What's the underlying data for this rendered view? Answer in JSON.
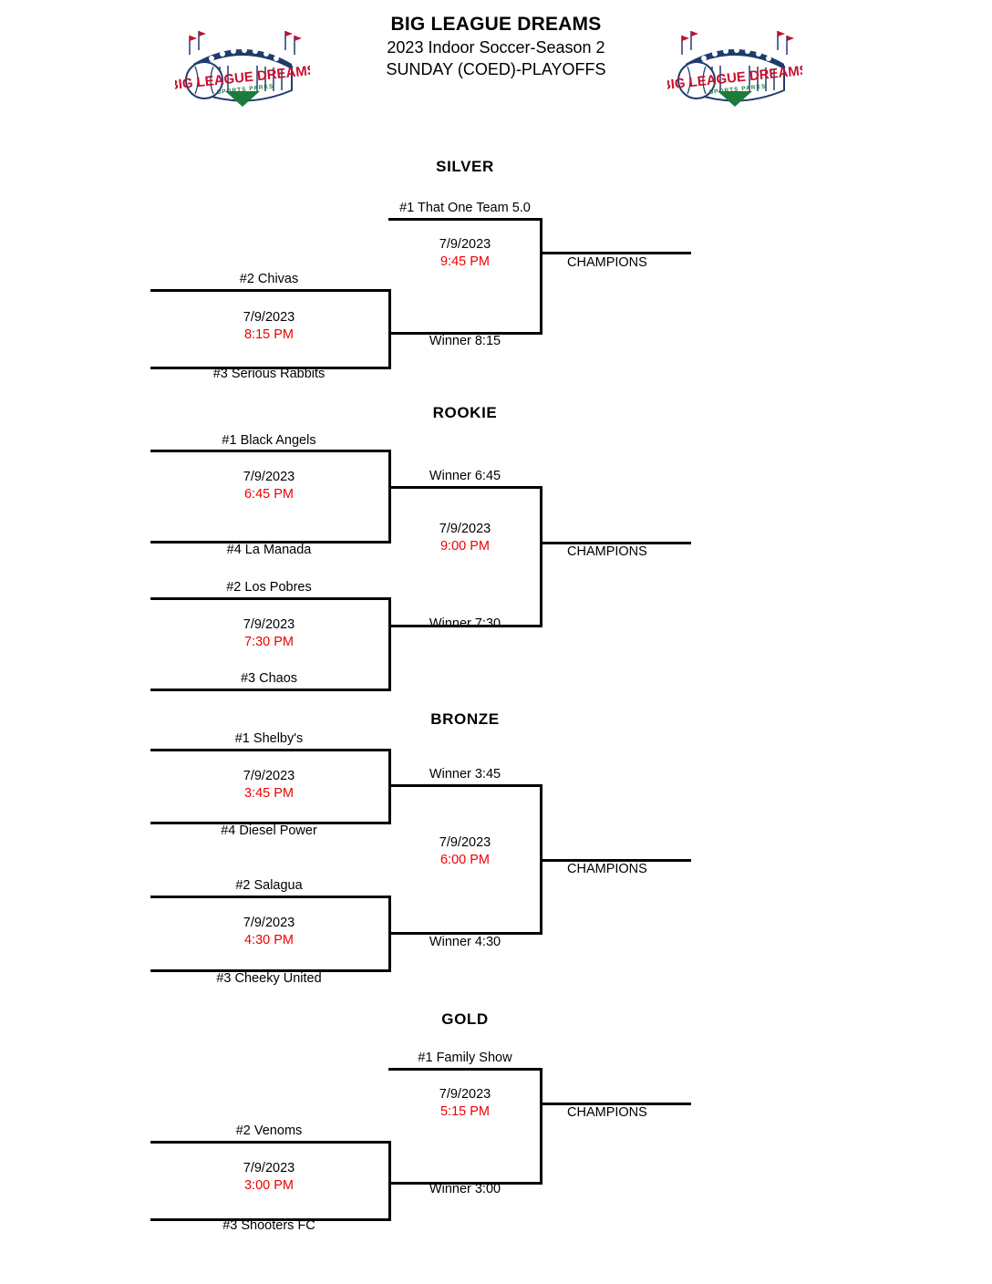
{
  "header": {
    "title": "BIG LEAGUE DREAMS",
    "subtitle1": "2023 Indoor Soccer-Season 2",
    "subtitle2": "SUNDAY (COED)-PLAYOFFS",
    "logo_alt": "Big League Dreams Sports Parks",
    "logo_wordmark": "BIG LEAGUE DREAMS",
    "logo_tagline": "SPORTS PARKS"
  },
  "style": {
    "time_color": "#EE0000",
    "line_color": "#000000",
    "text_color": "#000000",
    "background": "#FFFFFF",
    "logo_navy": "#1F3C6E",
    "logo_red": "#C8102E",
    "logo_green": "#1E7B3C"
  },
  "labels": {
    "champions": "CHAMPIONS",
    "date": "7/9/2023"
  },
  "divisions": [
    {
      "id": "silver",
      "name": "SILVER",
      "type": "three-team",
      "teams": [
        {
          "seed": "#1",
          "name": "That One Team 5.0",
          "label": "#1 That One Team 5.0"
        },
        {
          "seed": "#2",
          "name": "Chivas",
          "label": "#2 Chivas"
        },
        {
          "seed": "#3",
          "name": "Serious Rabbits",
          "label": "#3 Serious Rabbits"
        }
      ],
      "games": [
        {
          "id": "silver-semi",
          "round": "semifinal",
          "date": "7/9/2023",
          "time": "8:15 PM",
          "top_label": "#2 Chivas",
          "bottom_label": "#3 Serious Rabbits"
        },
        {
          "id": "silver-final",
          "round": "final",
          "date": "7/9/2023",
          "time": "9:45 PM",
          "top_label": "#1 That One Team 5.0",
          "bottom_label": "Winner 8:15"
        }
      ],
      "champions_label": "CHAMPIONS"
    },
    {
      "id": "rookie",
      "name": "ROOKIE",
      "type": "four-team",
      "teams": [
        {
          "seed": "#1",
          "name": "Black Angels",
          "label": "#1 Black Angels"
        },
        {
          "seed": "#4",
          "name": "La Manada",
          "label": "#4 La Manada"
        },
        {
          "seed": "#2",
          "name": "Los Pobres",
          "label": "#2 Los Pobres"
        },
        {
          "seed": "#3",
          "name": "Chaos",
          "label": "#3 Chaos"
        }
      ],
      "games": [
        {
          "id": "rookie-semi1",
          "round": "semifinal",
          "date": "7/9/2023",
          "time": "6:45 PM",
          "top_label": "#1 Black Angels",
          "bottom_label": "#4 La Manada"
        },
        {
          "id": "rookie-semi2",
          "round": "semifinal",
          "date": "7/9/2023",
          "time": "7:30 PM",
          "top_label": "#2 Los Pobres",
          "bottom_label": "#3 Chaos"
        },
        {
          "id": "rookie-final",
          "round": "final",
          "date": "7/9/2023",
          "time": "9:00 PM",
          "top_label": "Winner 6:45",
          "bottom_label": "Winner 7:30"
        }
      ],
      "champions_label": "CHAMPIONS"
    },
    {
      "id": "bronze",
      "name": "BRONZE",
      "type": "four-team",
      "teams": [
        {
          "seed": "#1",
          "name": "Shelby's",
          "label": "#1 Shelby's"
        },
        {
          "seed": "#4",
          "name": "Diesel Power",
          "label": "#4 Diesel Power"
        },
        {
          "seed": "#2",
          "name": "Salagua",
          "label": "#2 Salagua"
        },
        {
          "seed": "#3",
          "name": "Cheeky United",
          "label": "#3 Cheeky United"
        }
      ],
      "games": [
        {
          "id": "bronze-semi1",
          "round": "semifinal",
          "date": "7/9/2023",
          "time": "3:45 PM",
          "top_label": "#1 Shelby's",
          "bottom_label": "#4 Diesel Power"
        },
        {
          "id": "bronze-semi2",
          "round": "semifinal",
          "date": "7/9/2023",
          "time": "4:30 PM",
          "top_label": "#2 Salagua",
          "bottom_label": "#3 Cheeky United"
        },
        {
          "id": "bronze-final",
          "round": "final",
          "date": "7/9/2023",
          "time": "6:00 PM",
          "top_label": "Winner 3:45",
          "bottom_label": "Winner 4:30"
        }
      ],
      "champions_label": "CHAMPIONS"
    },
    {
      "id": "gold",
      "name": "GOLD",
      "type": "three-team",
      "teams": [
        {
          "seed": "#1",
          "name": "Family Show",
          "label": "#1 Family Show"
        },
        {
          "seed": "#2",
          "name": "Venoms",
          "label": "#2 Venoms"
        },
        {
          "seed": "#3",
          "name": "Shooters FC",
          "label": "#3 Shooters FC"
        }
      ],
      "games": [
        {
          "id": "gold-semi",
          "round": "semifinal",
          "date": "7/9/2023",
          "time": "3:00 PM",
          "top_label": "#2 Venoms",
          "bottom_label": "#3 Shooters FC"
        },
        {
          "id": "gold-final",
          "round": "final",
          "date": "7/9/2023",
          "time": "5:15 PM",
          "top_label": "#1 Family Show",
          "bottom_label": "Winner 3:00"
        }
      ],
      "champions_label": "CHAMPIONS"
    }
  ]
}
